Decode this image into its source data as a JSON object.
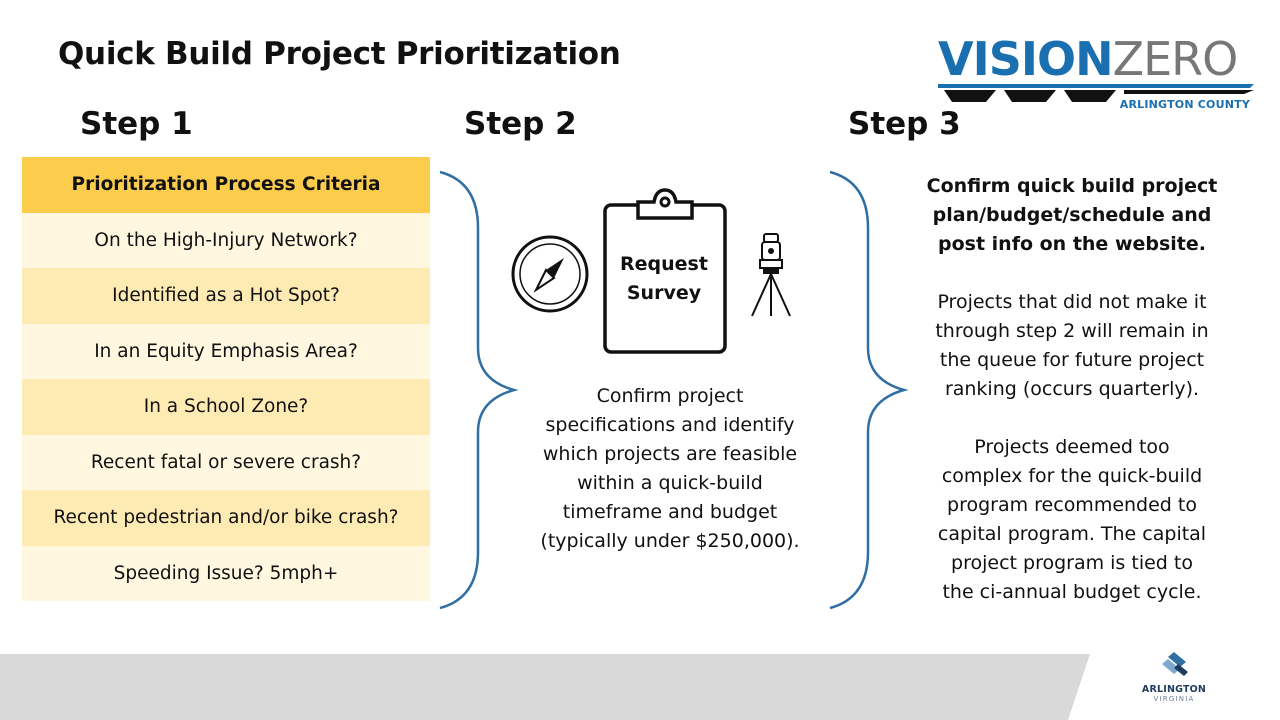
{
  "slide": {
    "title": "Quick Build Project Prioritization"
  },
  "logo": {
    "vision": "VISION",
    "zero": "ZERO",
    "county": "ARLINGTON COUNTY",
    "color_vision": "#1a6fb0",
    "color_zero": "#777777"
  },
  "step1": {
    "label": "Step 1",
    "header": "Prioritization Process Criteria",
    "criteria": [
      "On the High-Injury Network?",
      "Identified as a Hot Spot?",
      "In an Equity Emphasis Area?",
      "In a School Zone?",
      "Recent fatal or severe crash?",
      "Recent pedestrian and/or bike crash?",
      "Speeding Issue? 5mph+"
    ],
    "header_color": "#fccc4c",
    "row_colors": [
      "#fff7e0",
      "#feebb4"
    ]
  },
  "step2": {
    "label": "Step 2",
    "clipboard_text": [
      "Request",
      "Survey"
    ],
    "description": [
      "Confirm project",
      "specifications and identify",
      "which projects are feasible",
      "within a quick-build",
      "timeframe and budget",
      "(typically under $250,000)."
    ],
    "icons": [
      "compass-icon",
      "clipboard-icon",
      "survey-tripod-icon"
    ]
  },
  "step3": {
    "label": "Step 3",
    "bold_text": [
      "Confirm quick build project",
      "plan/budget/schedule and",
      "post info on the website."
    ],
    "paragraph1": [
      "Projects that did not make it",
      "through step 2 will remain in",
      "the queue for future project",
      "ranking (occurs quarterly)."
    ],
    "paragraph2": [
      "Projects deemed too",
      "complex for the quick-build",
      "program recommended to",
      "capital program. The capital",
      "project program is tied to",
      "the ci-annual budget cycle."
    ]
  },
  "footer": {
    "org_name": "ARLINGTON",
    "org_sub": "VIRGINIA",
    "band_color": "#d9d9d9",
    "brace_color": "#2f6fa3"
  }
}
